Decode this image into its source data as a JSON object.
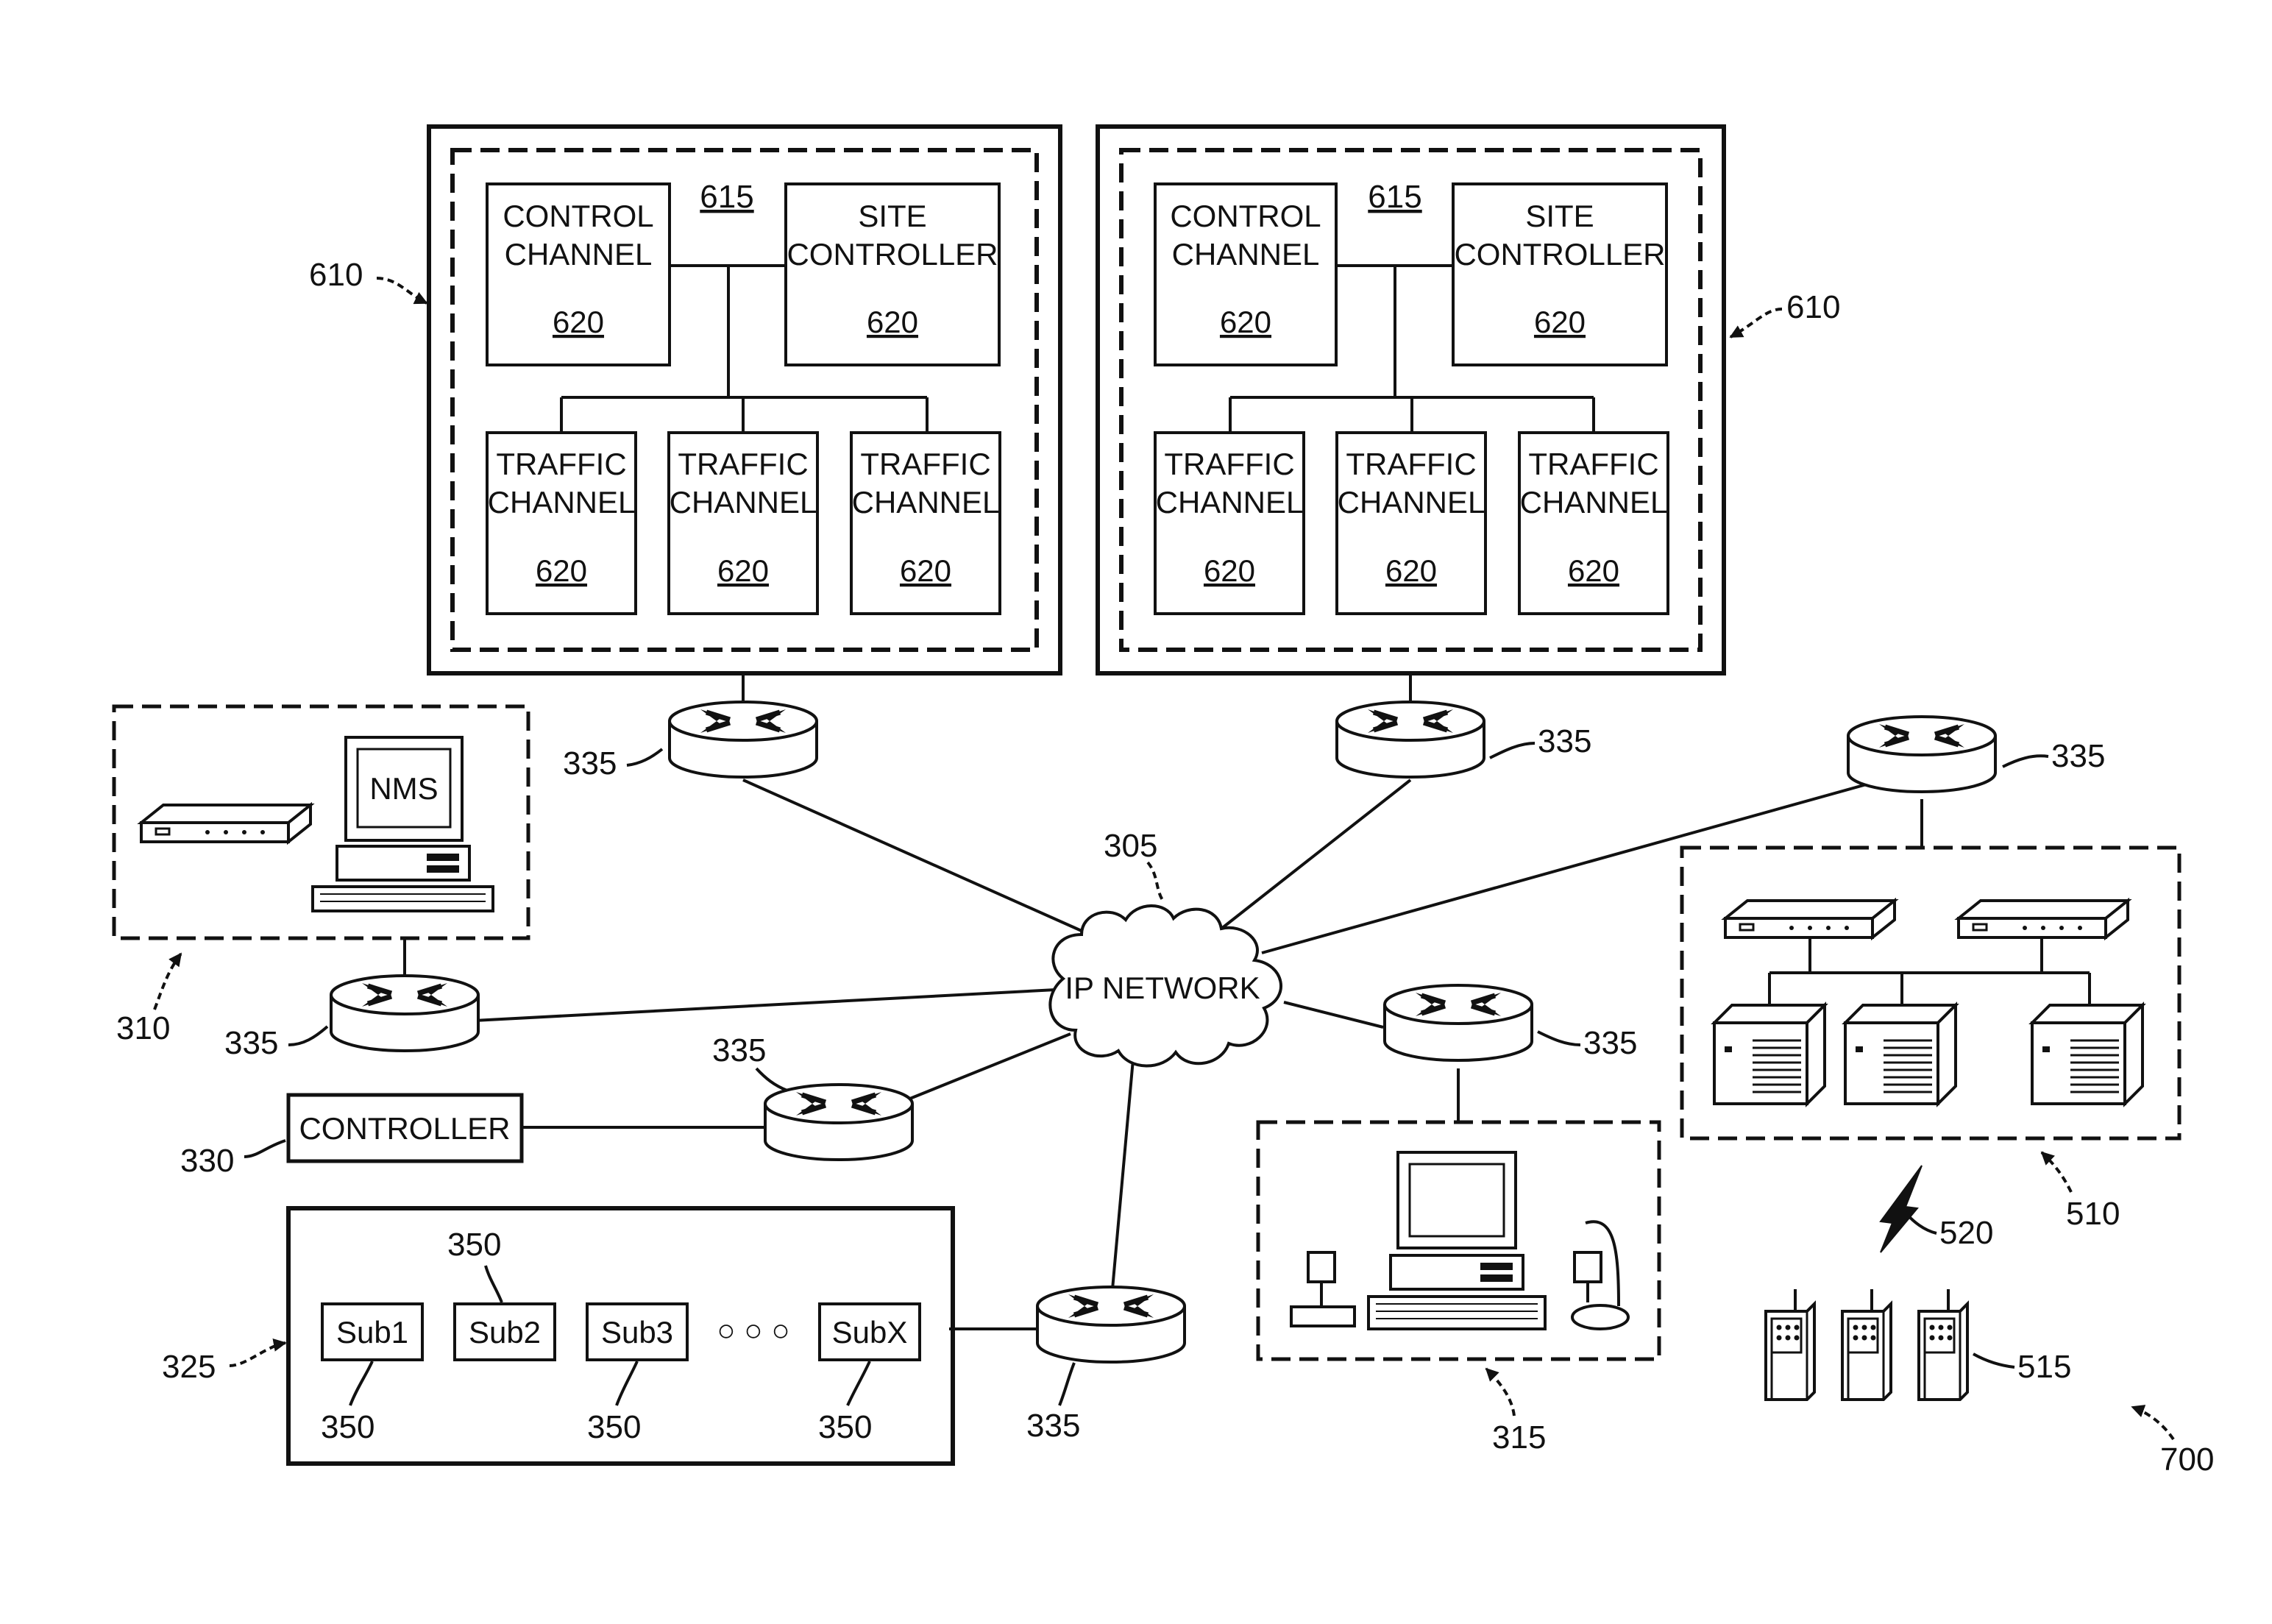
{
  "reference_numerals": {
    "site_left": "610",
    "site_right": "610",
    "site_inner_left": "615",
    "site_inner_right": "615",
    "router": "335",
    "ip_network_ref": "305",
    "nms_site": "310",
    "controller_ref": "330",
    "subscriber_group": "325",
    "subscriber_ref": "350",
    "dispatch_site": "315",
    "base_site": "510",
    "wireless_link": "520",
    "handsets": "515",
    "figure": "700"
  },
  "site_left": {
    "control_channel": [
      "CONTROL",
      "CHANNEL"
    ],
    "site_controller": [
      "SITE",
      "CONTROLLER"
    ],
    "traffic_channel": [
      "TRAFFIC",
      "CHANNEL"
    ],
    "module_ref": "620"
  },
  "site_right": {
    "control_channel": [
      "CONTROL",
      "CHANNEL"
    ],
    "site_controller": [
      "SITE",
      "CONTROLLER"
    ],
    "traffic_channel": [
      "TRAFFIC",
      "CHANNEL"
    ],
    "module_ref": "620"
  },
  "network": {
    "label": "IP NETWORK"
  },
  "nms": {
    "label": "NMS"
  },
  "controller": {
    "label": "CONTROLLER"
  },
  "subscribers": {
    "items": [
      "Sub1",
      "Sub2",
      "Sub3",
      "SubX"
    ],
    "ellipsis": "○ ○ ○"
  },
  "icons": [
    "router-icon",
    "cloud-icon",
    "computer-icon",
    "server-icon",
    "rack-unit-icon",
    "handset-icon",
    "lightning-icon"
  ]
}
